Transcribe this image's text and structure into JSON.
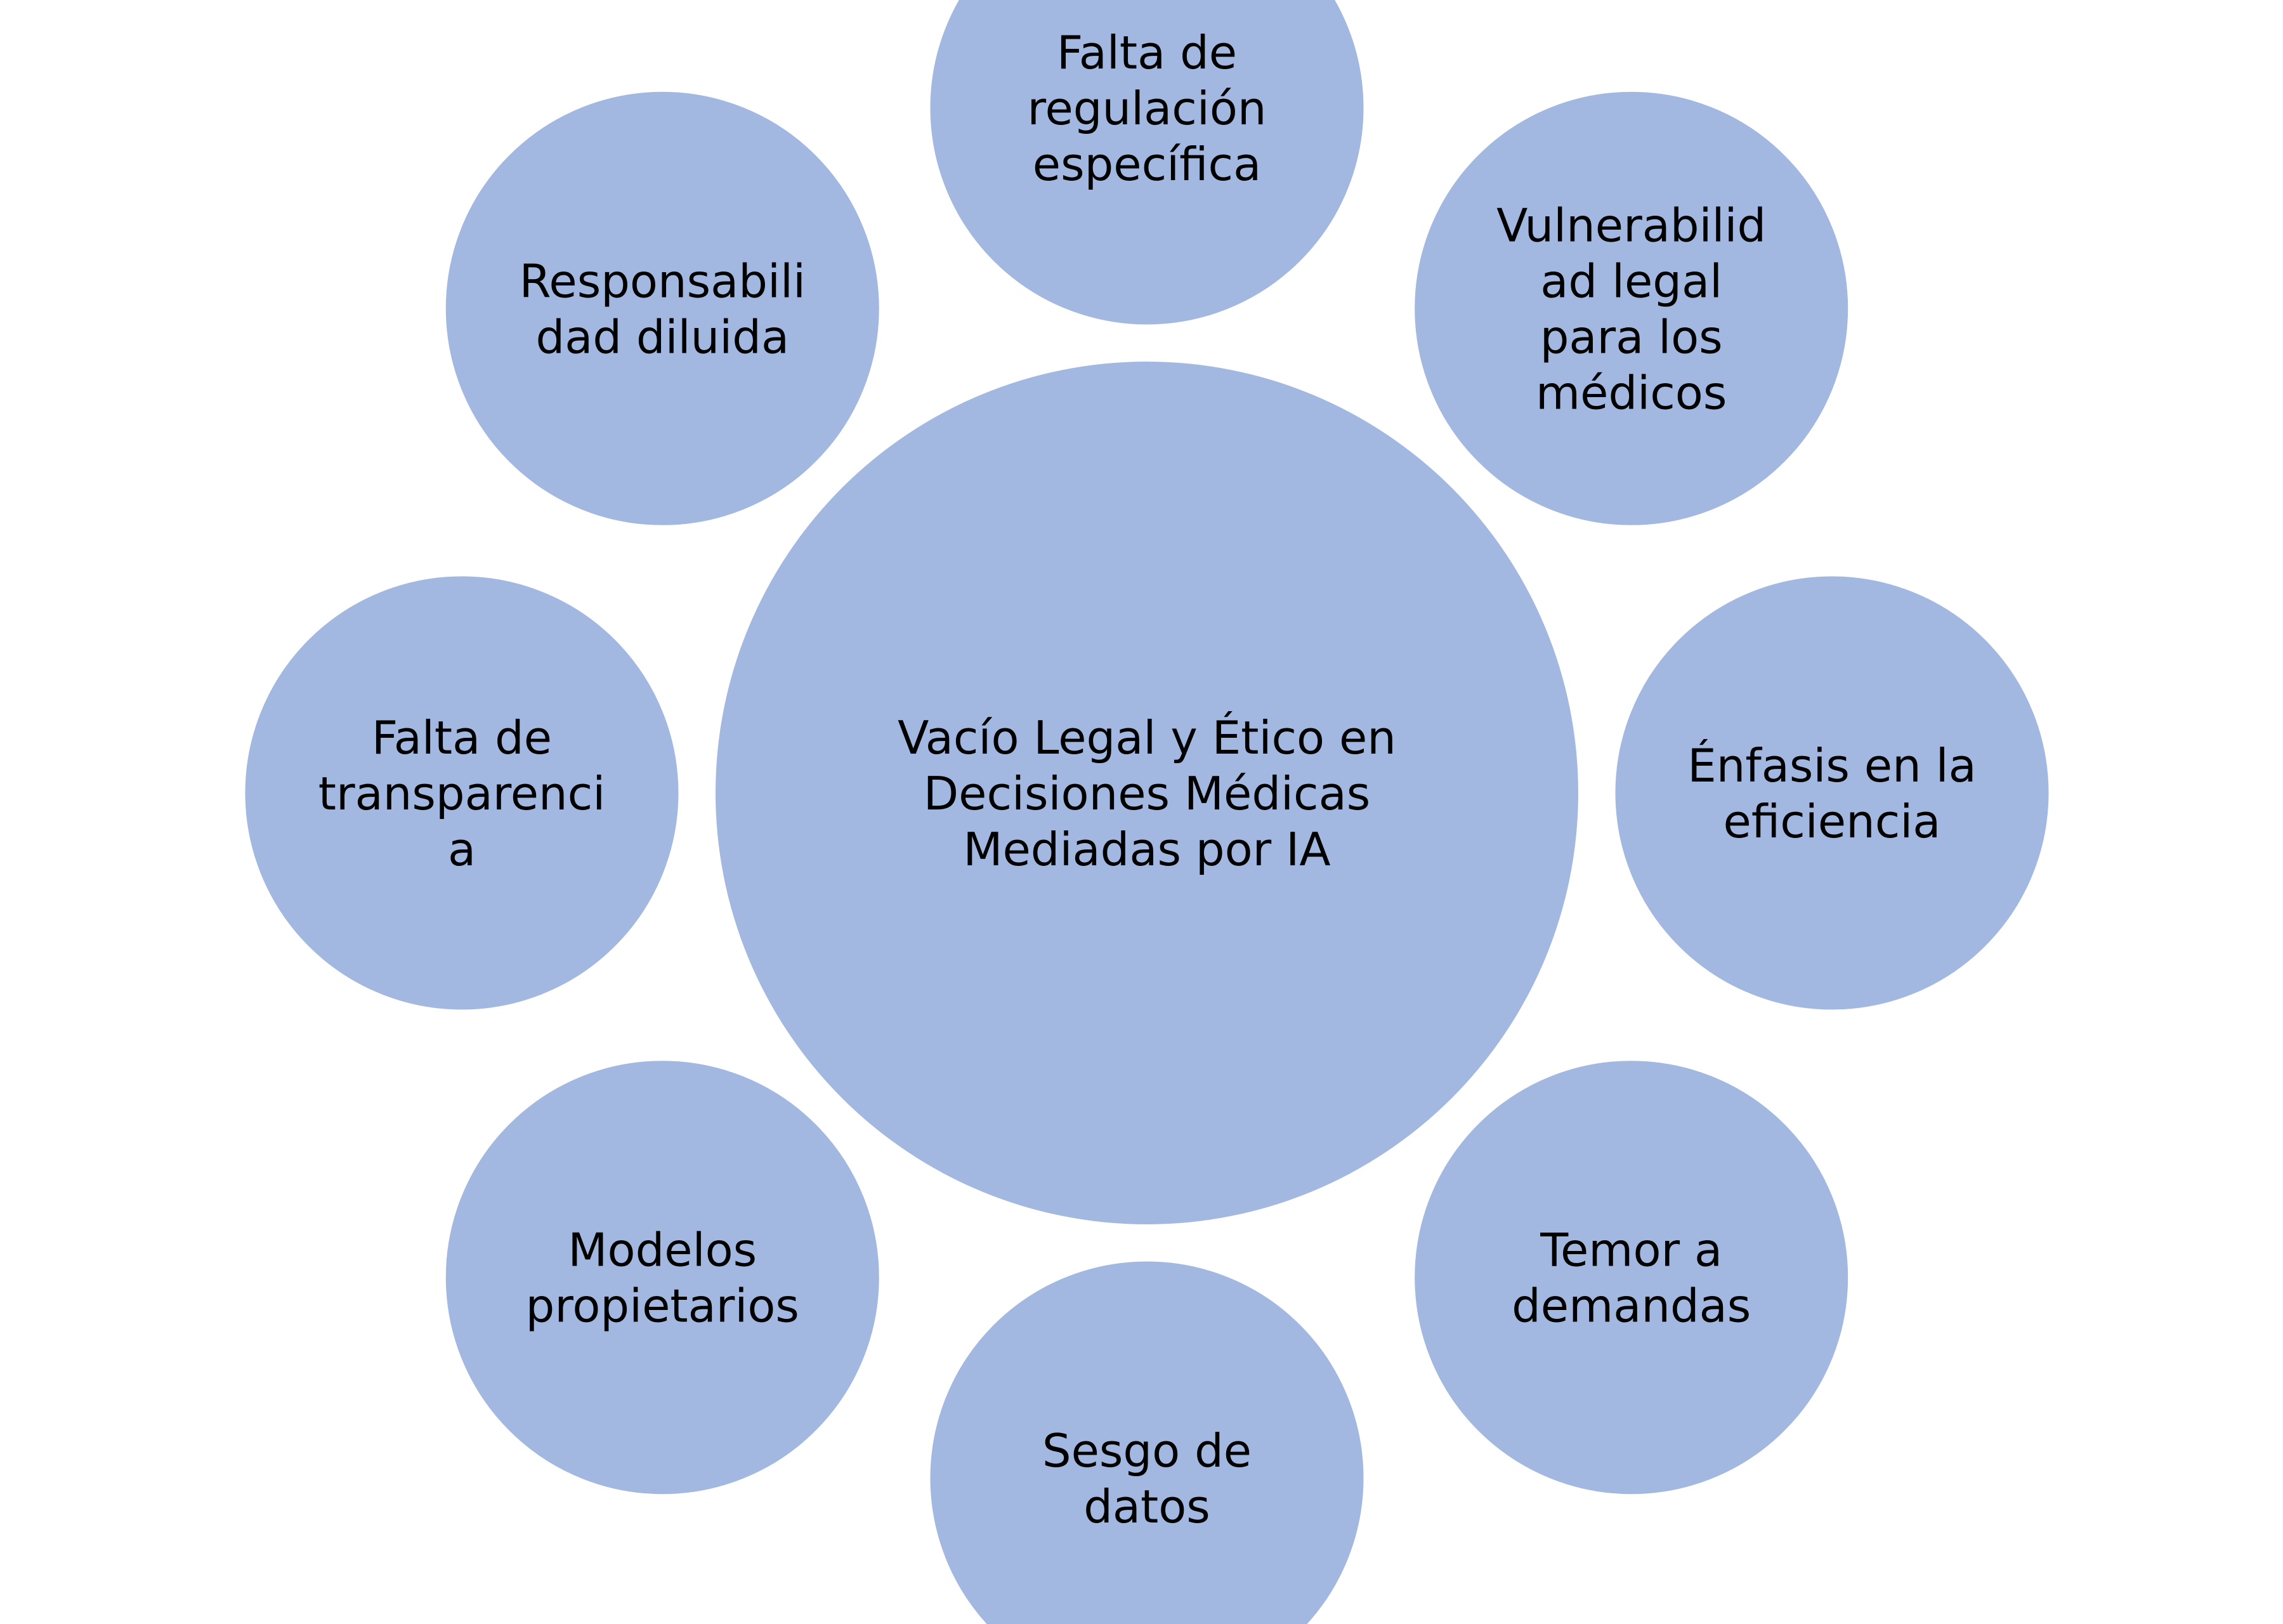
{
  "diagram": {
    "center": {
      "lines": [
        "Vacío Legal y Ético en",
        "Decisiones Médicas",
        "Mediadas por IA"
      ]
    },
    "nodes": [
      {
        "id": "falta-regulacion",
        "lines": [
          "Falta de",
          "regulación",
          "específica"
        ]
      },
      {
        "id": "vulnerabilidad-legal",
        "lines": [
          "Vulnerabilid",
          "ad legal",
          "para los",
          "médicos"
        ]
      },
      {
        "id": "enfasis-eficiencia",
        "lines": [
          "Énfasis en la",
          "eficiencia"
        ]
      },
      {
        "id": "temor-demandas",
        "lines": [
          "Temor a",
          "demandas"
        ]
      },
      {
        "id": "sesgo-datos",
        "lines": [
          "Sesgo de",
          "datos"
        ]
      },
      {
        "id": "modelos-propietarios",
        "lines": [
          "Modelos",
          "propietarios"
        ]
      },
      {
        "id": "falta-transparencia",
        "lines": [
          "Falta de",
          "transparenci",
          "a"
        ]
      },
      {
        "id": "responsabilidad-diluida",
        "lines": [
          "Responsabili",
          "dad diluida"
        ]
      }
    ]
  },
  "colors": {
    "circle_fill": "#a3b8e0",
    "overlap_fill": "#7496d2",
    "stroke": "#ffffff",
    "text": "#000000"
  }
}
